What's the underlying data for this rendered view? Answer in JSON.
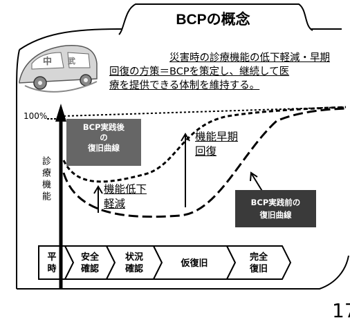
{
  "title": "BCPの概念",
  "description": [
    "災害時の診療機能の低下軽減・早期",
    "回復の方策＝BCPを策定し、継続して医",
    "療を提供できる体制を維持する。"
  ],
  "y_axis": {
    "top_label": "100%",
    "label": "診療機能"
  },
  "annotations": {
    "reduce": [
      "機能低下",
      "軽減"
    ],
    "early": [
      "機能早期",
      "回復"
    ]
  },
  "after_label": "BCP実践後\nの\n復旧曲線",
  "before_label": "BCP実践前の\n復旧曲線",
  "phases": [
    "平\n時",
    "安全\n確認",
    "状況\n確認",
    "仮復旧",
    "完全\n復旧"
  ],
  "page_number": "17"
}
